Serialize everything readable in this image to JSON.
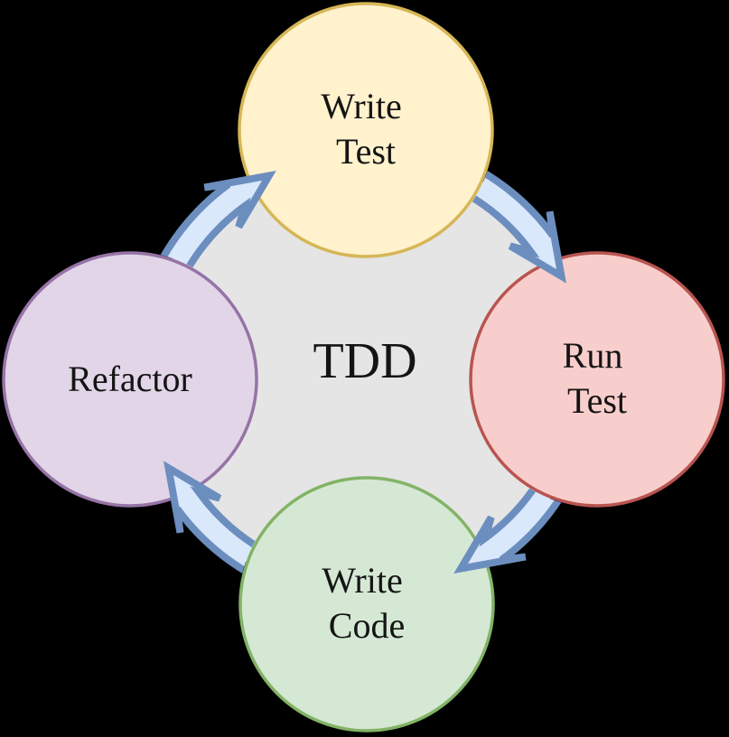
{
  "diagram": {
    "center_label": "TDD",
    "nodes": [
      {
        "name": "write-test",
        "line1": "Write",
        "line2": "Test"
      },
      {
        "name": "run-test",
        "line1": "Run",
        "line2": "Test"
      },
      {
        "name": "write-code",
        "line1": "Write",
        "line2": "Code"
      },
      {
        "name": "refactor",
        "line1": "Refactor"
      }
    ],
    "colors": {
      "background": "#000000",
      "center_fill": "#E5E5E5",
      "text": "#141414",
      "write_test_fill": "#FFF2CC",
      "write_test_stroke": "#D6B656",
      "run_test_fill": "#F8CECC",
      "run_test_stroke": "#B85450",
      "write_code_fill": "#D5E8D4",
      "write_code_stroke": "#82B366",
      "refactor_fill": "#E1D5E7",
      "refactor_stroke": "#9673A6",
      "arrow_fill": "#DAE8FC",
      "arrow_stroke": "#6C8EBF"
    }
  }
}
